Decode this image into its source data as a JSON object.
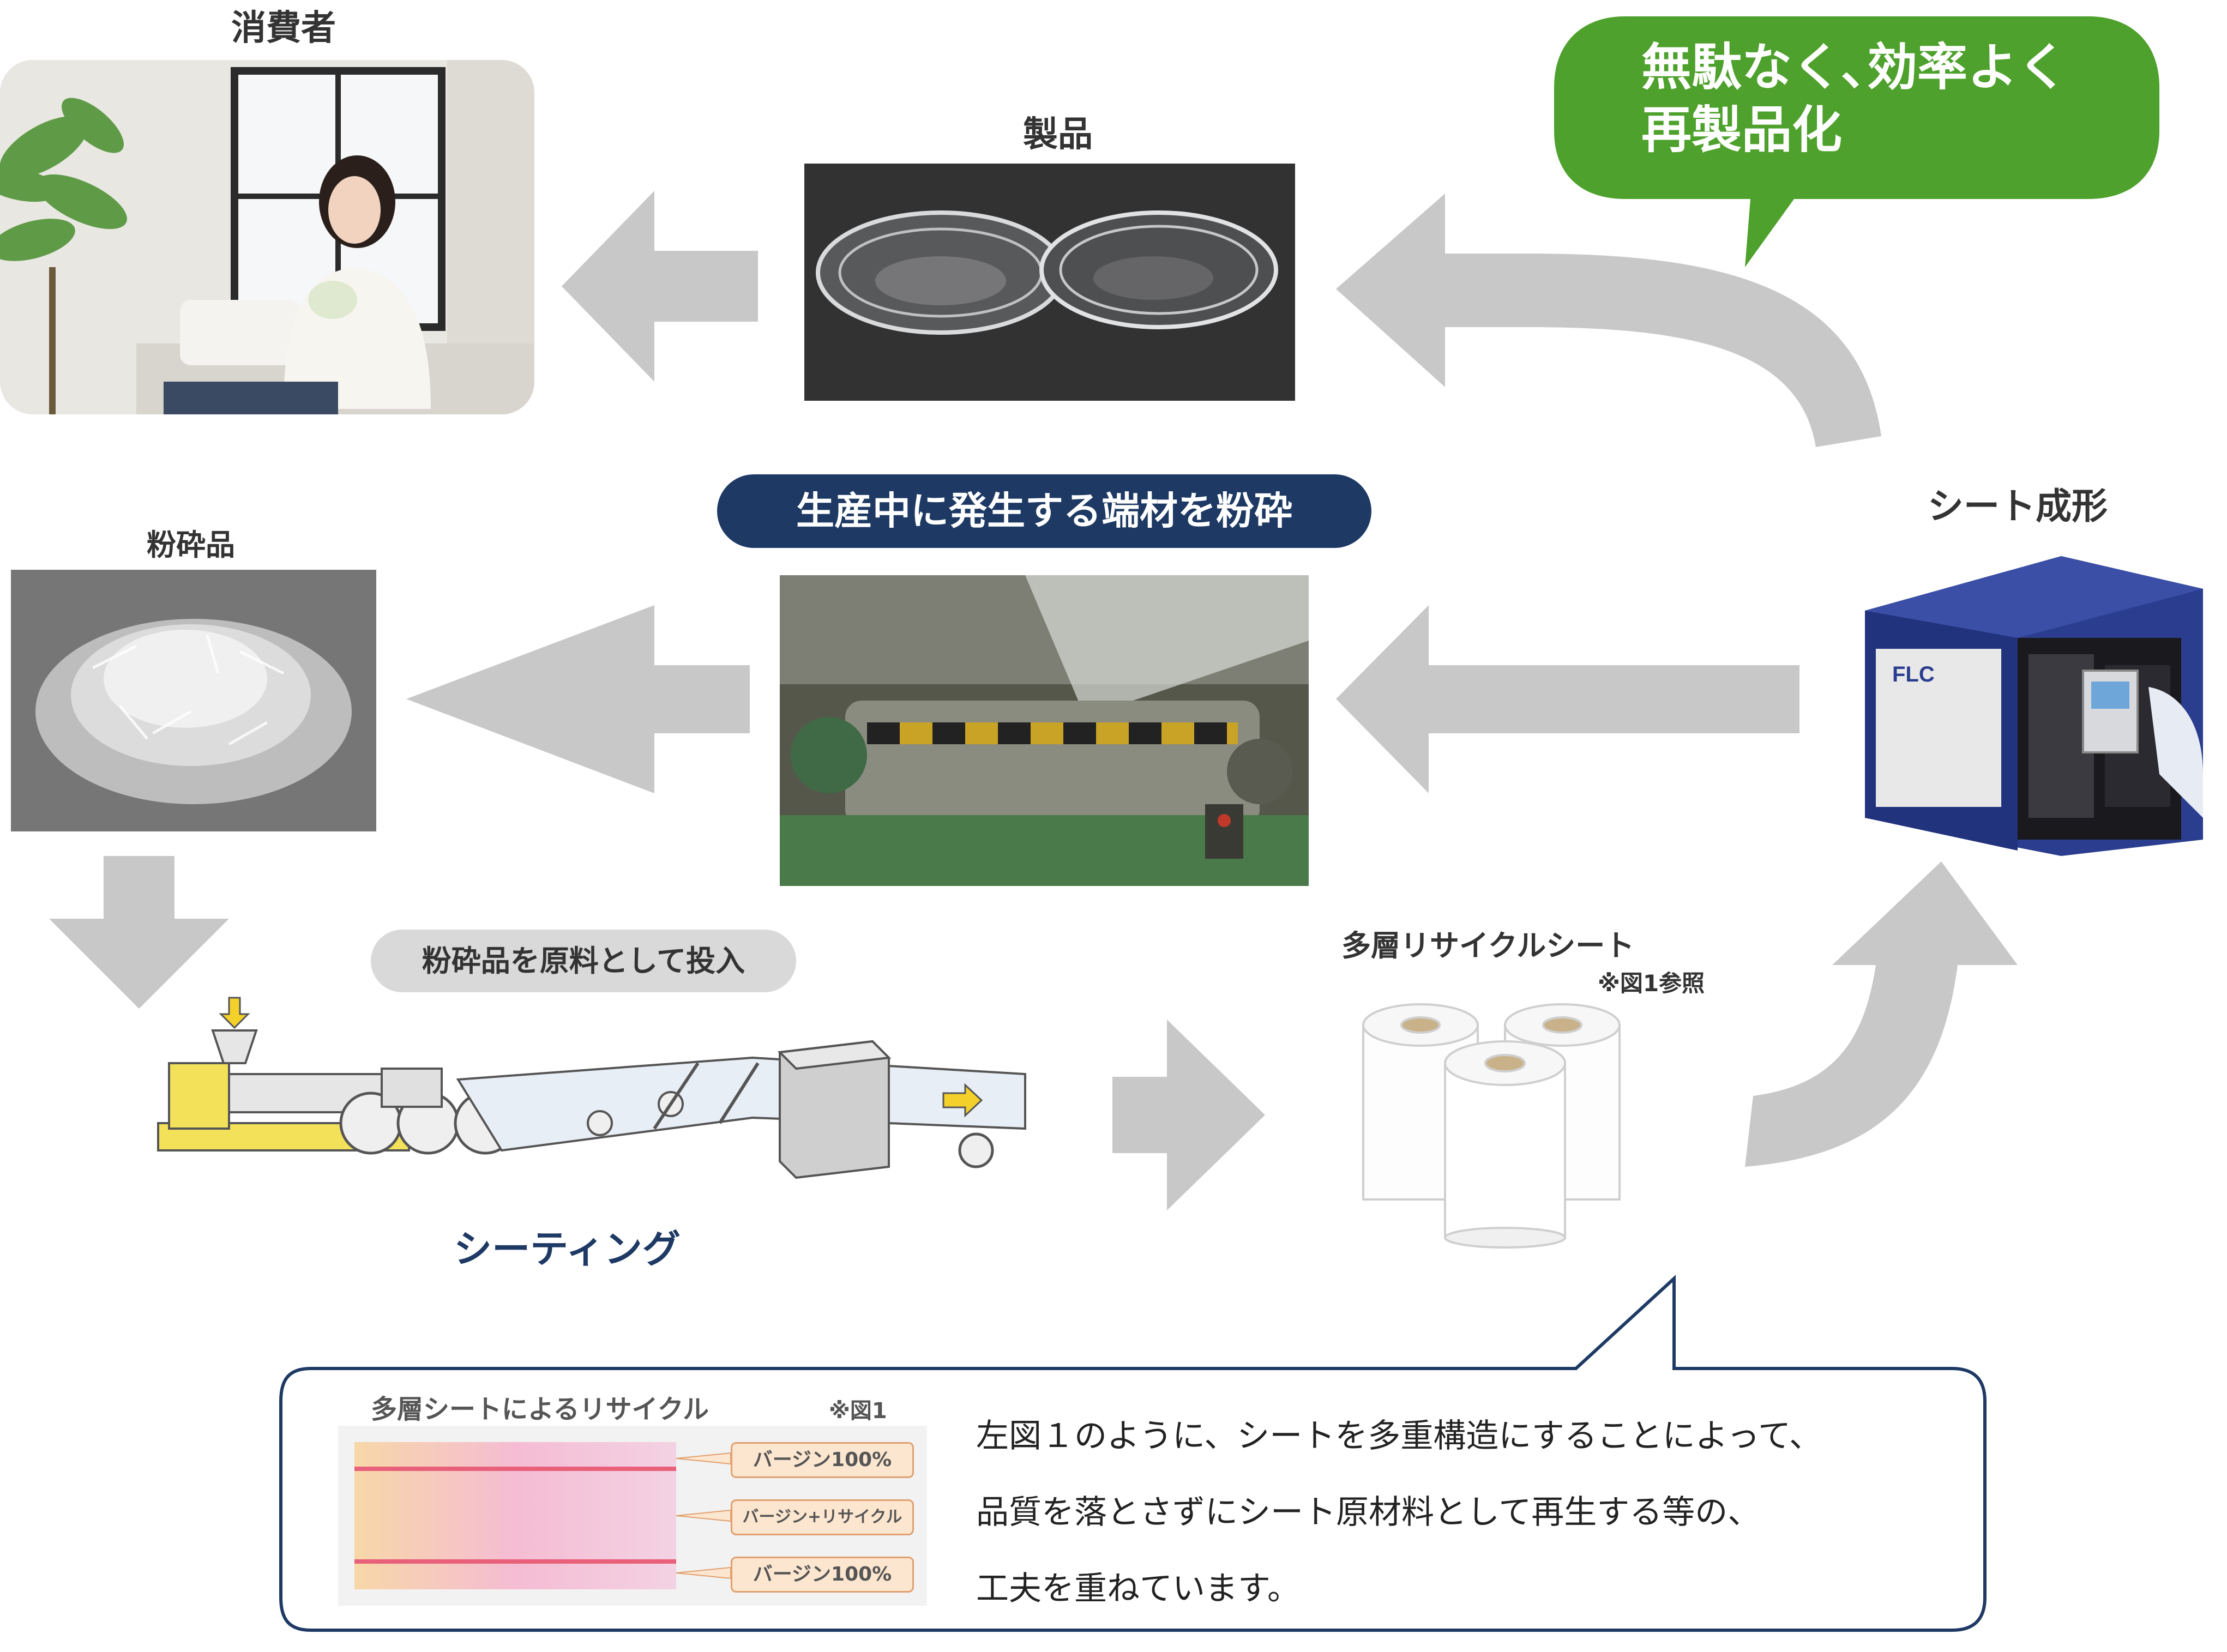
{
  "labels": {
    "consumer": "消費者",
    "product": "製品",
    "crushed": "粉砕品",
    "sheet_forming": "シート成形",
    "sheeting": "シーティング",
    "multilayer_sheet": "多層リサイクルシート",
    "see_fig1": "※図1参照"
  },
  "bubbles": {
    "efficiency_line1": "無駄なく､効率よく",
    "efficiency_line2": "再製品化"
  },
  "pills": {
    "crush_offcuts": "生産中に発生する端材を粉砕",
    "input_crushed": "粉砕品を原料として投入"
  },
  "note": {
    "fig_title": "多層シートによるリサイクル",
    "fig_ref": "※図1",
    "layers": [
      "バージン100%",
      "バージン+リサイクル",
      "バージン100%"
    ],
    "text_line1": "左図１のように、シートを多重構造にすることによって、",
    "text_line2": "品質を落とさずにシート原材料として再生する等の、",
    "text_line3": "工夫を重ねています。"
  },
  "machine": {
    "brand": "FLC"
  },
  "colors": {
    "arrow_gray": "#c8c8c8",
    "bubble_green": "#4ea12c",
    "navy": "#1e3a64",
    "pill_gray": "#d9d9d9"
  }
}
